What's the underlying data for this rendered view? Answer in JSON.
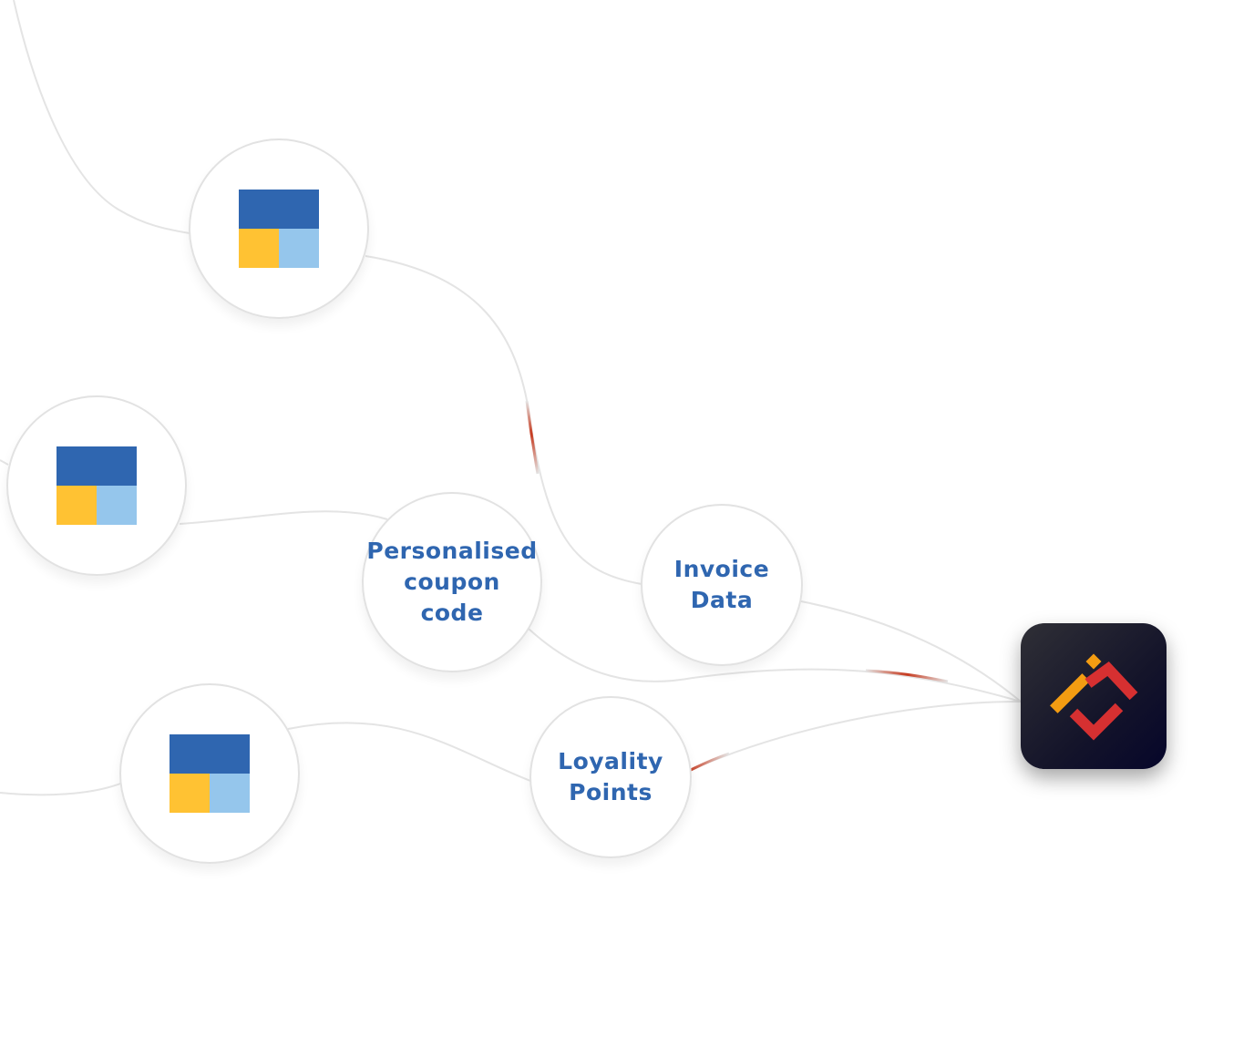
{
  "diagram": {
    "colors": {
      "edge": "#e4e4e4",
      "flow_highlight": "#c63a1f",
      "label_text": "#2f66b0",
      "node_border": "#e2e2e2",
      "icon_dark_blue": "#2f66b0",
      "icon_yellow": "#ffc233",
      "icon_light_blue": "#95c6ec",
      "app_background": "#14142a",
      "logo_orange": "#f39c12",
      "logo_red": "#d63031"
    },
    "source_nodes": [
      {
        "id": "source-1",
        "icon": "table-data-icon"
      },
      {
        "id": "source-2",
        "icon": "table-data-icon"
      },
      {
        "id": "source-3",
        "icon": "table-data-icon"
      }
    ],
    "data_nodes": [
      {
        "id": "coupon",
        "label": "Personalised\ncoupon\ncode"
      },
      {
        "id": "invoice",
        "label": "Invoice\nData"
      },
      {
        "id": "loyalty",
        "label": "Loyality\nPoints"
      }
    ],
    "target": {
      "id": "app",
      "icon": "app-logo-icon"
    }
  }
}
